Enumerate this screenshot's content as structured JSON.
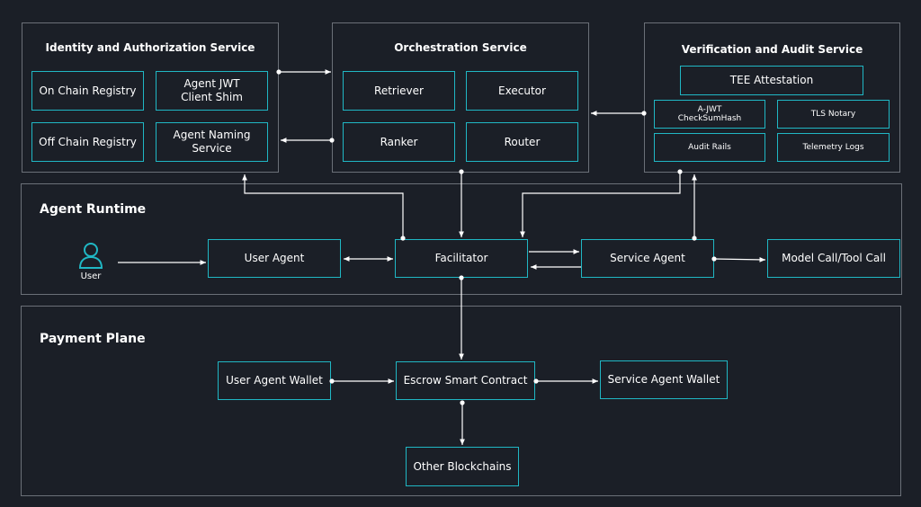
{
  "regions": {
    "identity": {
      "title": "Identity and Authorization Service",
      "nodes": [
        "On Chain Registry",
        "Agent JWT\nClient Shim",
        "Off Chain Registry",
        "Agent Naming\nService"
      ]
    },
    "orchestration": {
      "title": "Orchestration Service",
      "nodes": [
        "Retriever",
        "Executor",
        "Ranker",
        "Router"
      ]
    },
    "verification": {
      "title": "Verification and Audit Service",
      "nodes": [
        "TEE Attestation",
        "A-JWT\nCheckSumHash",
        "TLS Notary",
        "Audit Rails",
        "Telemetry Logs"
      ]
    }
  },
  "runtime": {
    "title": "Agent Runtime",
    "user_label": "User",
    "nodes": [
      "User Agent",
      "Facilitator",
      "Service Agent",
      "Model Call/Tool Call"
    ]
  },
  "payment": {
    "title": "Payment Plane",
    "nodes": [
      "User Agent Wallet",
      "Escrow Smart Contract",
      "Service Agent Wallet",
      "Other Blockchains"
    ]
  },
  "colors": {
    "background": "#1b1f27",
    "node_border": "#20b7c4",
    "region_border": "#6b7078",
    "wire": "#ffffff"
  }
}
